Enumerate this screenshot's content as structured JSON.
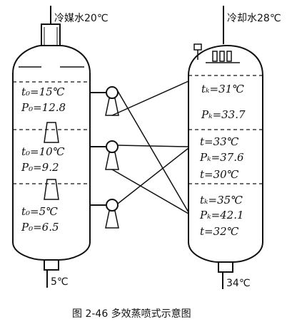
{
  "figure": {
    "caption": "图 2-46    多效蒸喷式示意图"
  },
  "left_vessel": {
    "top_inlet_label": "冷媒水20℃",
    "bottom_outlet_label": "5℃",
    "stages": [
      {
        "t_text": "t₀=15℃",
        "p_text": "P₀=12.8"
      },
      {
        "t_text": "t₀=10℃",
        "p_text": "P₀=9.2"
      },
      {
        "t_text": "t₀=5℃",
        "p_text": "P₀=6.5"
      }
    ]
  },
  "right_vessel": {
    "top_inlet_label": "冷却水28℃",
    "bottom_outlet_label": "34℃",
    "sections": [
      {
        "lines": [
          "tₖ=31℃",
          "Pₖ=33.7"
        ]
      },
      {
        "lines": [
          "t=33℃",
          "Pₖ=37.6",
          "t=30℃"
        ]
      },
      {
        "lines": [
          "tₖ=35℃",
          "Pₖ=42.1",
          "t=32℃"
        ]
      }
    ]
  }
}
